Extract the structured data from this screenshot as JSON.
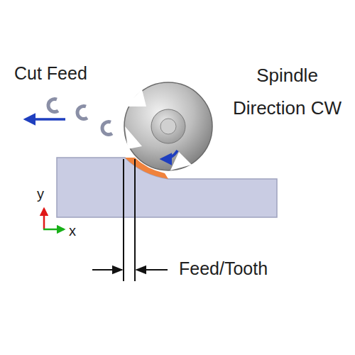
{
  "diagram": {
    "labels": [
      "Cut Feed",
      "Spindle Direction CW",
      "Feed/Tooth",
      "y",
      "x"
    ]
  }
}
